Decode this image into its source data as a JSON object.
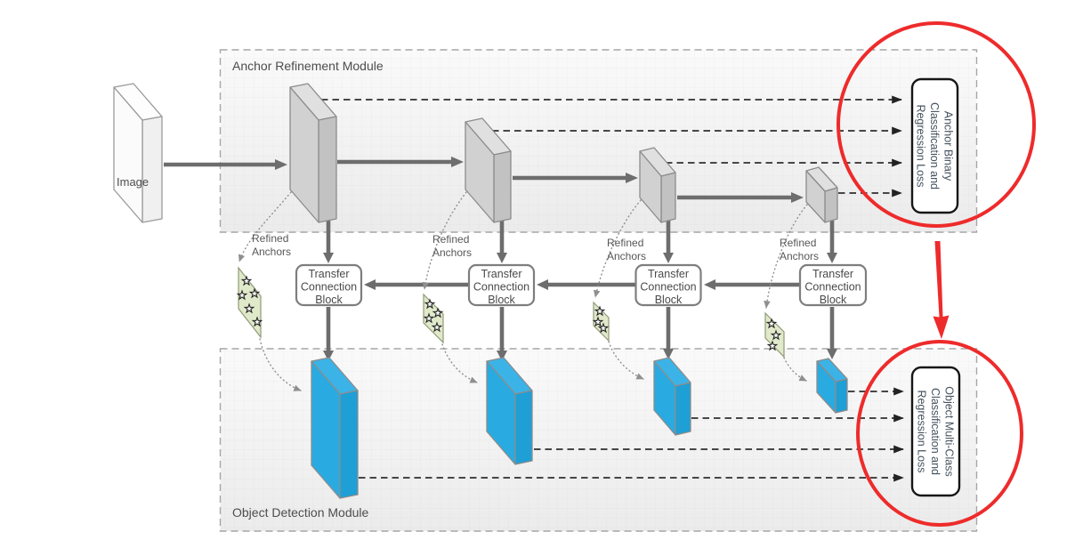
{
  "figure": {
    "image_label": "Image",
    "arm_module_label": "Anchor Refinement Module",
    "odm_module_label": "Object Detection Module",
    "refined_anchors": {
      "line1": "Refined",
      "line2": "Anchors"
    },
    "tcb": {
      "line1": "Transfer",
      "line2": "Connection",
      "line3": "Block"
    },
    "anchor_loss": {
      "line1": "Anchor Binary",
      "line2": "Classification and",
      "line3": "Regression Loss"
    },
    "object_loss": {
      "line1": "Object Multi-Class",
      "line2": "Classification and",
      "line3": "Regression Loss"
    },
    "colors": {
      "highlight_red": "#ee2b2b",
      "feature_map_gray": "#d1d1d1",
      "detection_map_blue": "#29abe2",
      "anchors_green": "#e0e9ca"
    },
    "counts": {
      "feature_maps": 4,
      "detection_maps": 4,
      "transfer_connection_blocks": 4
    }
  }
}
